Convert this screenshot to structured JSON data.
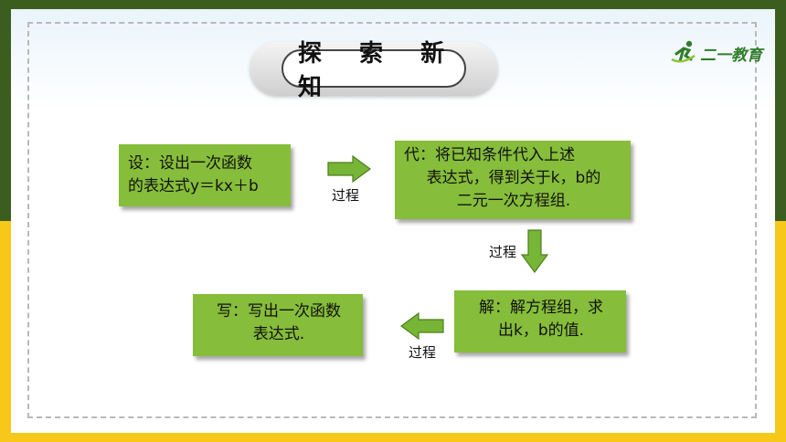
{
  "header": {
    "title": "探 索 新 知",
    "logo_text": "二一教育"
  },
  "flow": {
    "box1": {
      "line1": "设：设出一次函数",
      "line2": "的表达式y＝kx＋b"
    },
    "box2": {
      "line1": "代：将已知条件代入上述",
      "line2": "表达式，得到关于k，b的",
      "line3": "二元一次方程组."
    },
    "box3": {
      "line1": "解：解方程组，求",
      "line2": "出k，b的值."
    },
    "box4": {
      "line1": "写：写出一次函数",
      "line2": "表达式."
    },
    "arrow1_label": "过程",
    "arrow2_label": "过程",
    "arrow3_label": "过程"
  },
  "colors": {
    "band_top": "#3b5e1f",
    "band_bottom": "#f7c71a",
    "box_fill": "#86bd3a",
    "arrow_fill": "#76b535"
  }
}
